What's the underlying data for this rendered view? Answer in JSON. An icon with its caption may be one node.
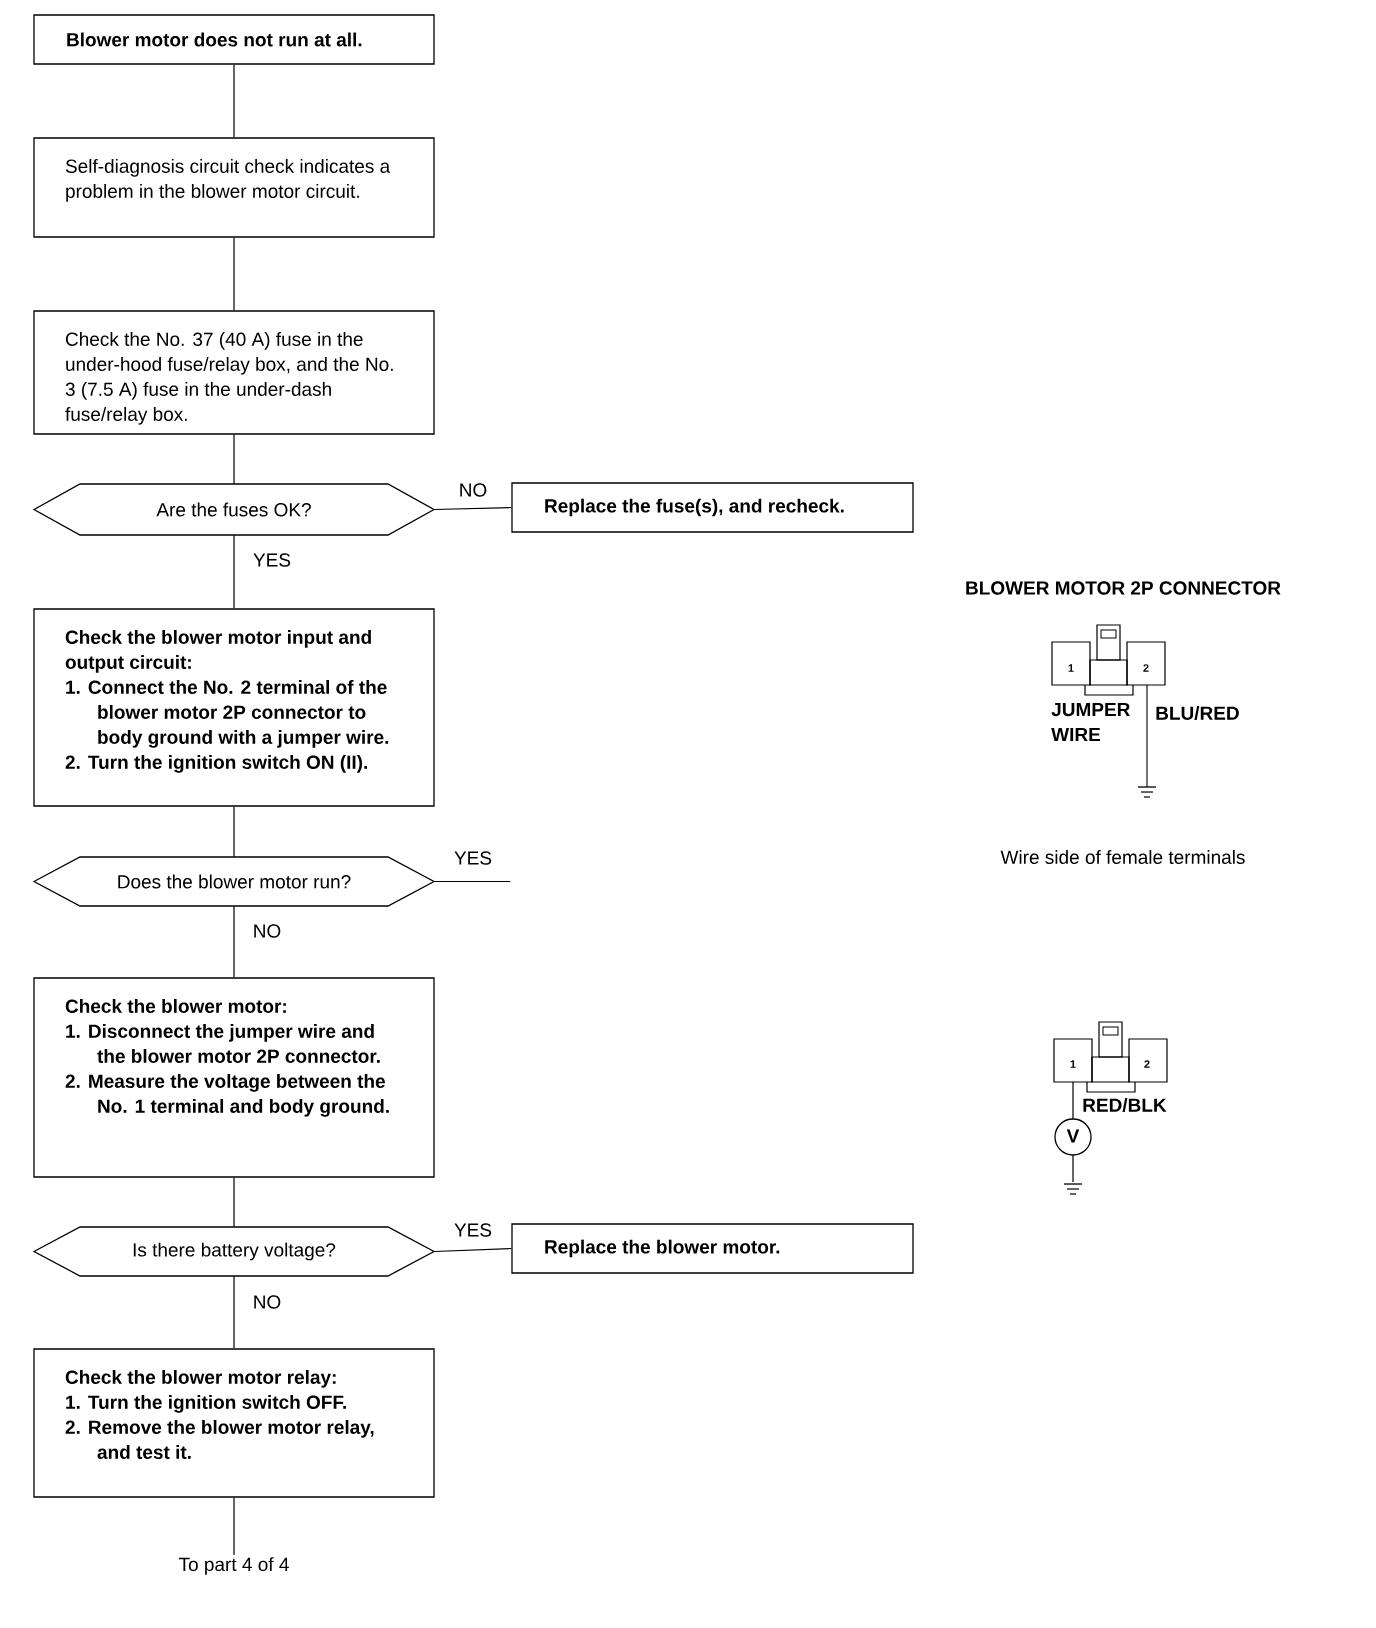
{
  "diagram": {
    "nodes": [
      {
        "text": [
          "Blower motor does not run at all."
        ]
      },
      {
        "text": [
          "Self-diagnosis circuit check indicates a problem in the blower motor circuit."
        ]
      },
      {
        "text": [
          "Check the No. 37 (40 A) fuse in the under-hood fuse/relay box, and the No. 3 (7.5 A) fuse in the under-dash fuse/relay box."
        ]
      },
      {
        "text": [
          "Are the fuses OK?"
        ]
      },
      {
        "text": [
          "Replace the fuse(s), and recheck."
        ]
      },
      {
        "text": [
          "Check the blower motor input and output circuit:",
          "1. Connect the No. 2 terminal of the blower motor 2P connector to body ground with a jumper wire.",
          "2. Turn the ignition switch ON (II)."
        ]
      },
      {
        "text": [
          "Does the blower motor run?"
        ]
      },
      {
        "text": [
          "Check the blower motor:",
          "1. Disconnect the jumper wire and the blower motor 2P connector.",
          "2. Measure the voltage between the No. 1 terminal and body ground."
        ]
      },
      {
        "text": [
          "Is there battery voltage?"
        ]
      },
      {
        "text": [
          "Replace the blower motor."
        ]
      },
      {
        "text": [
          "Check the blower motor relay:",
          "1. Turn the ignition switch OFF.",
          "2. Remove the blower motor relay, and test it."
        ]
      },
      {
        "text": [
          "To part 4 of 4"
        ]
      }
    ],
    "edges": [
      {
        "from": 0,
        "to": 1,
        "arrow": "none"
      },
      {
        "from": 1,
        "to": 2,
        "arrow": "none"
      },
      {
        "from": 2,
        "to": 3,
        "arrow": "none"
      },
      {
        "from": 3,
        "to": 4,
        "arrow": "none",
        "label": "NO"
      },
      {
        "from": 3,
        "to": 5,
        "arrow": "none",
        "label": "YES"
      },
      {
        "from": 5,
        "to": 6,
        "arrow": "none"
      },
      {
        "from": 6,
        "to": null,
        "arrow": "none",
        "label": "YES"
      },
      {
        "from": 6,
        "to": 7,
        "arrow": "none",
        "label": "NO"
      },
      {
        "from": 7,
        "to": 8,
        "arrow": "none"
      },
      {
        "from": 8,
        "to": 9,
        "arrow": "none",
        "label": "YES"
      },
      {
        "from": 8,
        "to": 10,
        "arrow": "none",
        "label": "NO"
      },
      {
        "from": 10,
        "to": 11,
        "arrow": "none"
      }
    ],
    "labels": [
      "BLOWER MOTOR 2P CONNECTOR",
      "1",
      "2",
      "JUMPER WIRE",
      "BLU/RED",
      "Wire side of female terminals",
      "1",
      "2",
      "RED/BLK",
      "V"
    ]
  }
}
